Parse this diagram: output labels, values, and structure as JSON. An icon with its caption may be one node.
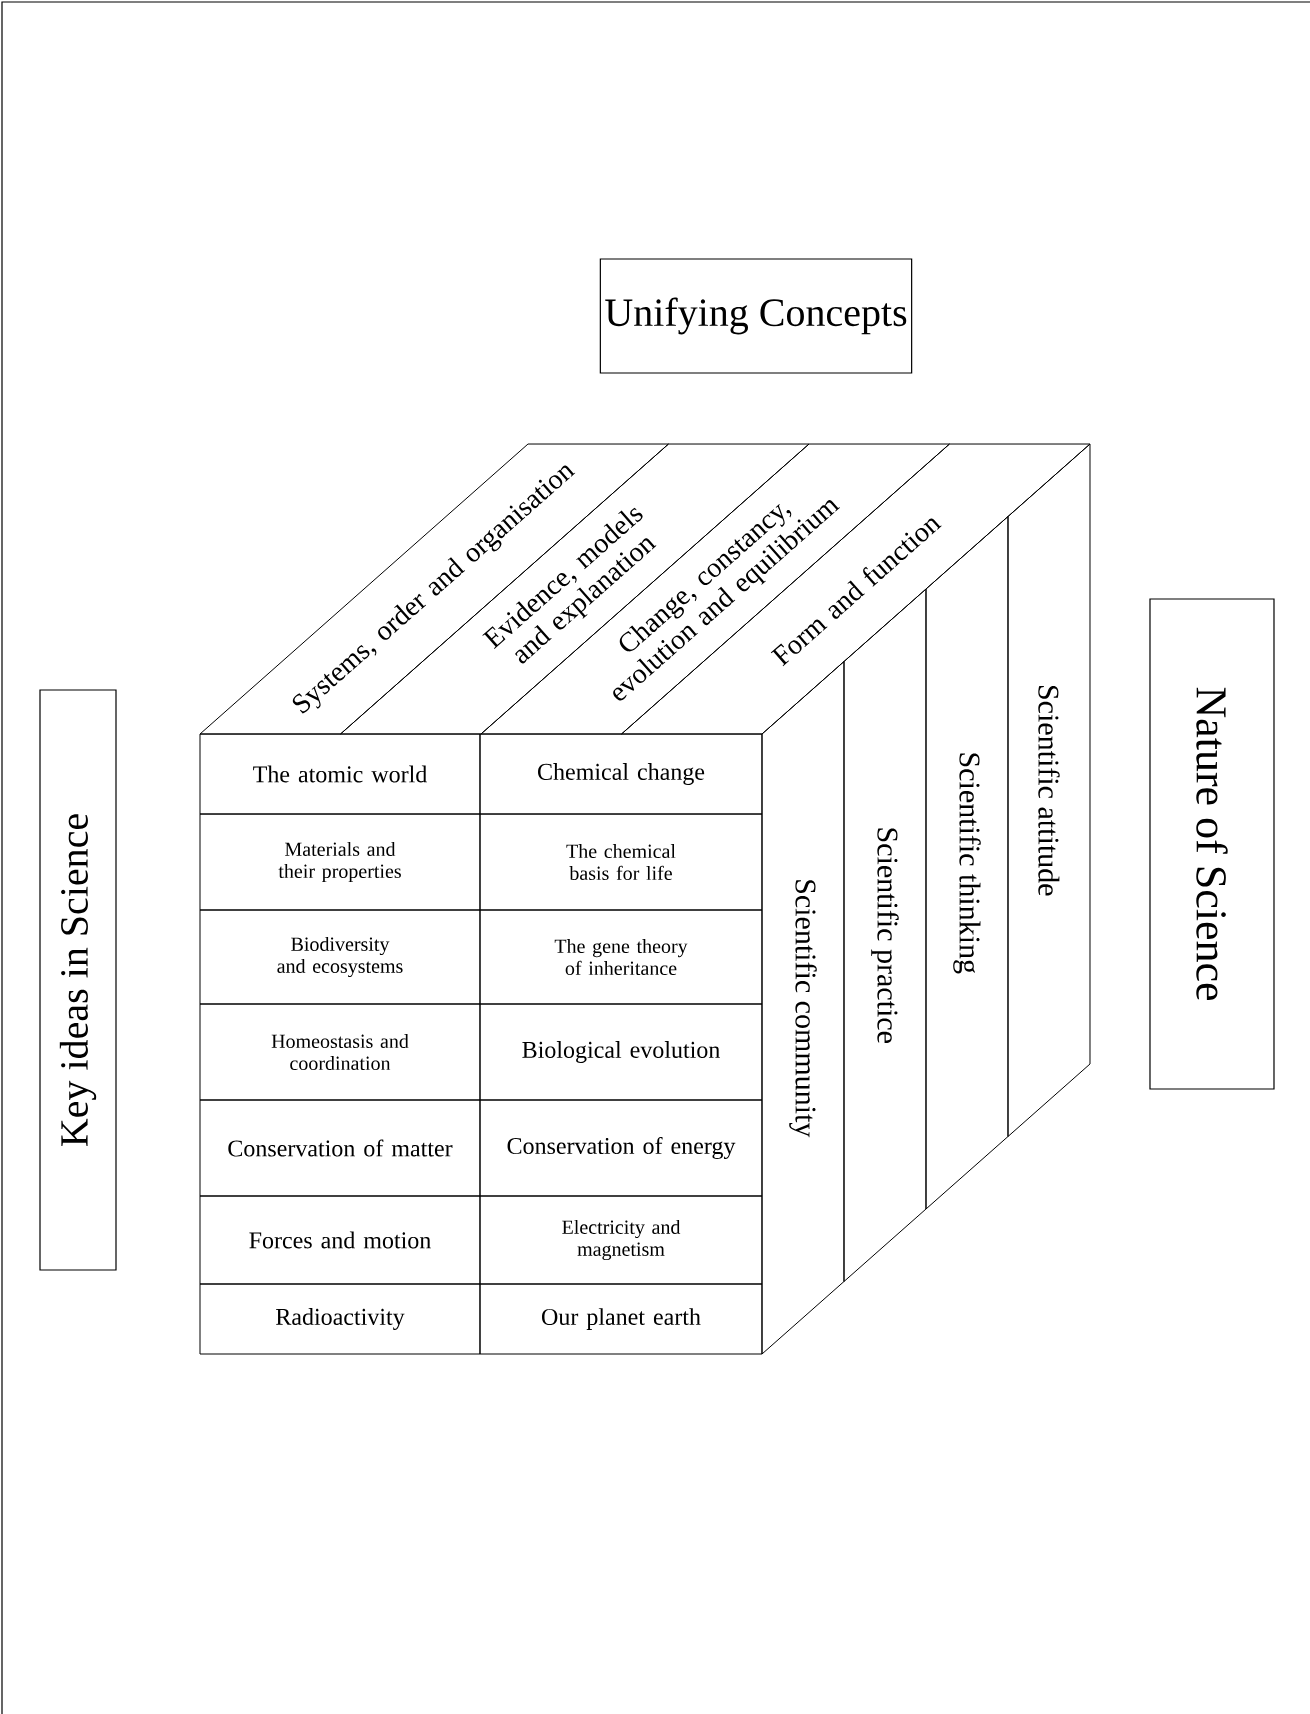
{
  "diagram": {
    "nodes": [
      {
        "text": [
          "Unifying Concepts"
        ]
      },
      {
        "text": [
          "Systems, order and organisation"
        ]
      },
      {
        "text": [
          "Evidence, models and explanation"
        ]
      },
      {
        "text": [
          "Change, constancy, evolution and equilibrium"
        ]
      },
      {
        "text": [
          "Form and function"
        ]
      },
      {
        "text": [
          "Key ideas in Science"
        ]
      },
      {
        "text": [
          "The atomic world"
        ]
      },
      {
        "text": [
          "Chemical change"
        ]
      },
      {
        "text": [
          "Materials and their properties"
        ]
      },
      {
        "text": [
          "The chemical basis for life"
        ]
      },
      {
        "text": [
          "Biodiversity and ecosystems"
        ]
      },
      {
        "text": [
          "The gene theory of inheritance"
        ]
      },
      {
        "text": [
          "Homeostasis and coordination"
        ]
      },
      {
        "text": [
          "Biological evolution"
        ]
      },
      {
        "text": [
          "Conservation of matter"
        ]
      },
      {
        "text": [
          "Conservation of energy"
        ]
      },
      {
        "text": [
          "Forces and motion"
        ]
      },
      {
        "text": [
          "Electricity and magnetism"
        ]
      },
      {
        "text": [
          "Radioactivity"
        ]
      },
      {
        "text": [
          "Our planet earth"
        ]
      },
      {
        "text": [
          "Scientific community"
        ]
      },
      {
        "text": [
          "Scientific practice"
        ]
      },
      {
        "text": [
          "Scientific thinking"
        ]
      },
      {
        "text": [
          "Scientific attitude"
        ]
      },
      {
        "text": [
          "Nature of Science"
        ]
      }
    ]
  }
}
